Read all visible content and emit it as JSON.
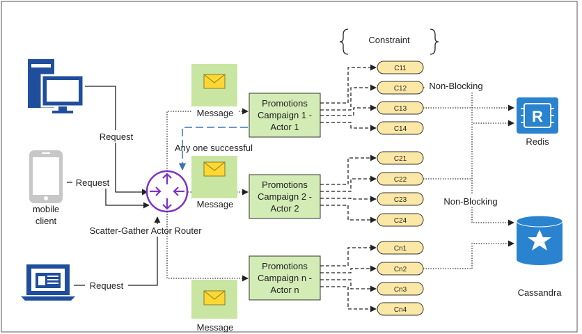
{
  "constraint": {
    "label": "Constraint"
  },
  "clients": {
    "request_label": "Request",
    "mobile_label_line1": "mobile",
    "mobile_label_line2": "client"
  },
  "router": {
    "label": "Scatter-Gather Actor Router"
  },
  "message_label": "Message",
  "annotation": {
    "any_one_successful": "Any one successful"
  },
  "actors": [
    {
      "line1": "Promotions",
      "line2": "Campaign 1 -",
      "line3": "Actor 1"
    },
    {
      "line1": "Promotions",
      "line2": "Campaign 2 -",
      "line3": "Actor 2"
    },
    {
      "line1": "Promotions",
      "line2": "Campaign n -",
      "line3": "Actor n"
    }
  ],
  "constraints": [
    [
      "C11",
      "C12",
      "C13",
      "C14"
    ],
    [
      "C21",
      "C22",
      "C23",
      "C24"
    ],
    [
      "Cn1",
      "Cn2",
      "Cn3",
      "Cn4"
    ]
  ],
  "non_blocking_label": "Non-Blocking",
  "stores": {
    "redis": "Redis",
    "cassandra": "Cassandra"
  },
  "colors": {
    "client_blue": "#1f4e9c",
    "router_purple": "#7b33c8",
    "message_green": "#c8e6a2",
    "actor_green": "#d3ecb6",
    "pill_yellow": "#fce8a6",
    "store_blue": "#2a83cf",
    "any_one_successful_line": "#3b73b9"
  }
}
